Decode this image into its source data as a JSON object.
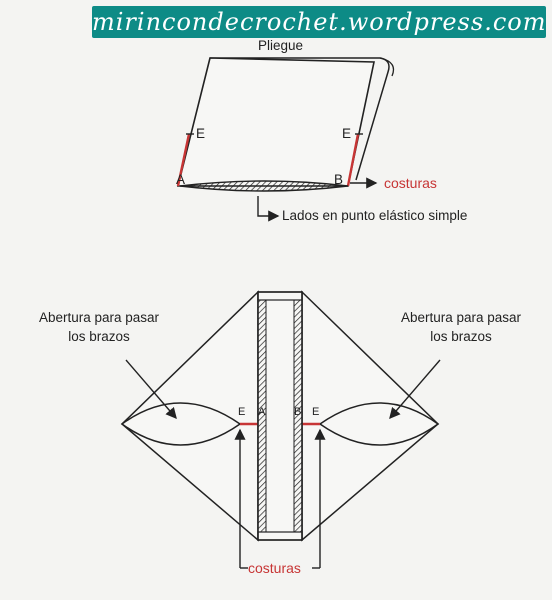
{
  "watermark": "mirincondecrochet.wordpress.com",
  "top_figure": {
    "fold_label": "Pliegue",
    "point_E_left": "E",
    "point_E_right": "E",
    "point_A": "A",
    "point_B": "B",
    "seams_label": "costuras",
    "sides_label": "Lados en punto elástico simple"
  },
  "bottom_figure": {
    "arm_opening_left_line1": "Abertura para pasar",
    "arm_opening_left_line2": "los brazos",
    "arm_opening_right_line1": "Abertura para pasar",
    "arm_opening_right_line2": "los brazos",
    "point_E_left": "E",
    "point_A": "A",
    "point_B": "B",
    "point_E_right": "E",
    "seams_label": "costuras"
  },
  "colors": {
    "watermark_bg": "#0d8b86",
    "seam_red": "#c73535",
    "line": "#222222"
  }
}
